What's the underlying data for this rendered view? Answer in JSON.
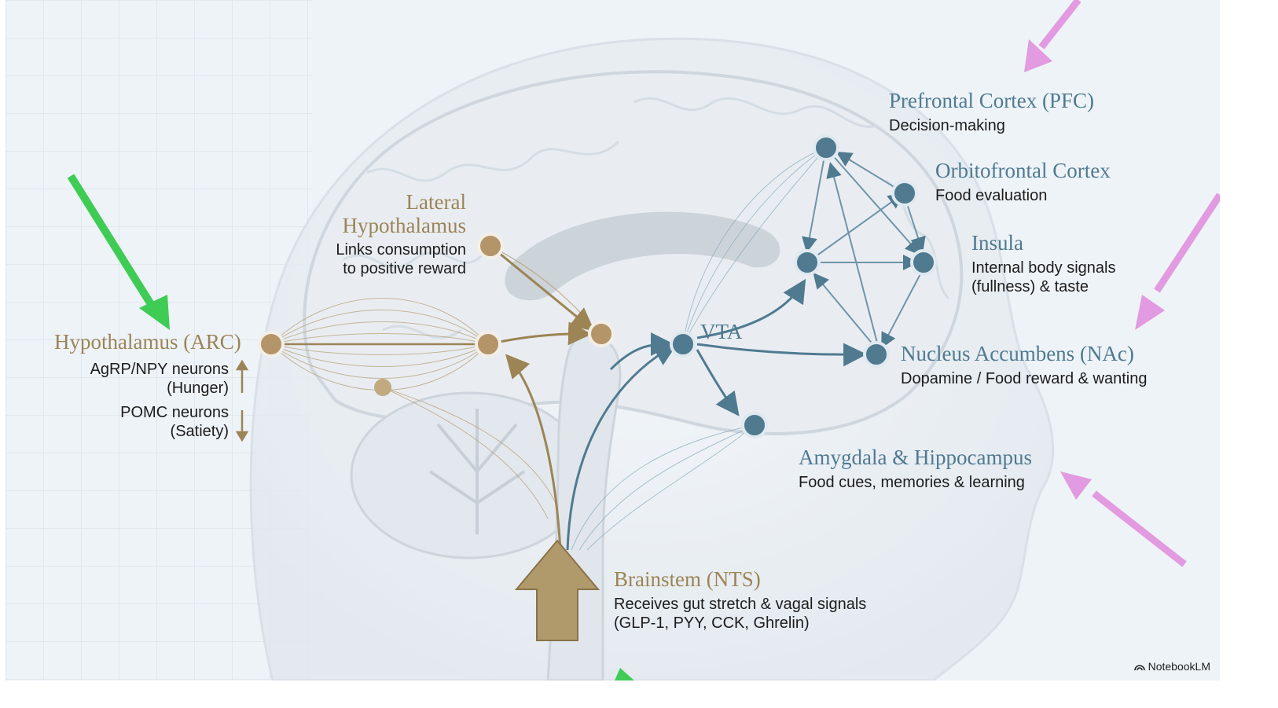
{
  "regions": {
    "hypothalamus_arc": {
      "title": "Hypothalamus (ARC)",
      "agrp_line1": "AgRP/NPY neurons",
      "agrp_line2": "(Hunger)",
      "pomc_line1": "POMC neurons",
      "pomc_line2": "(Satiety)"
    },
    "lateral_hypothalamus": {
      "title_line1": "Lateral",
      "title_line2": "Hypothalamus",
      "desc_line1": "Links consumption",
      "desc_line2": "to positive reward"
    },
    "vta": {
      "title": "VTA"
    },
    "pfc": {
      "title": "Prefrontal Cortex (PFC)",
      "desc": "Decision-making"
    },
    "ofc": {
      "title": "Orbitofrontal Cortex",
      "desc": "Food evaluation"
    },
    "insula": {
      "title": "Insula",
      "desc_line1": "Internal body signals",
      "desc_line2": "(fullness) & taste"
    },
    "nac": {
      "title": "Nucleus Accumbens (NAc)",
      "desc": "Dopamine / Food reward & wanting"
    },
    "amygdala": {
      "title": "Amygdala & Hippocampus",
      "desc": "Food cues, memories & learning"
    },
    "brainstem": {
      "title": "Brainstem (NTS)",
      "desc_line1": "Receives gut stretch & vagal signals",
      "desc_line2": "(GLP-1, PYY, CCK, Ghrelin)"
    }
  },
  "brand": "NotebookLM",
  "colors": {
    "gold": "#9c8455",
    "blue": "#4f7a90",
    "green_arrow": "#3fcc55",
    "pink_arrow": "#e29ae0"
  }
}
